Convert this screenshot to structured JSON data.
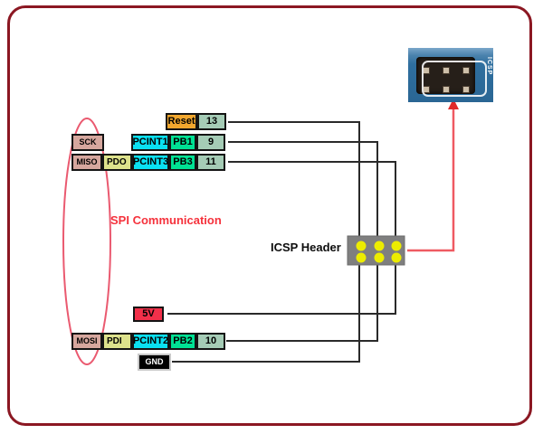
{
  "labels": {
    "spi_communication": "SPI Communication",
    "icsp_header": "ICSP Header",
    "photo_caption": "ICSP"
  },
  "rows": [
    {
      "cells": [
        {
          "text": "Reset"
        },
        {
          "text": "13"
        }
      ]
    },
    {
      "cells": [
        {
          "text": "SCK"
        },
        {
          "text": "PCINT1"
        },
        {
          "text": "PB1"
        },
        {
          "text": "9"
        }
      ]
    },
    {
      "cells": [
        {
          "text": "MISO"
        },
        {
          "text": "PDO"
        },
        {
          "text": "PCINT3"
        },
        {
          "text": "PB3"
        },
        {
          "text": "11"
        }
      ]
    },
    {
      "cells": [
        {
          "text": "5V"
        }
      ]
    },
    {
      "cells": [
        {
          "text": "MOSI"
        },
        {
          "text": "PDI"
        },
        {
          "text": "PCINT2"
        },
        {
          "text": "PB2"
        },
        {
          "text": "10"
        }
      ]
    },
    {
      "cells": [
        {
          "text": "GND"
        }
      ]
    }
  ],
  "icsp_header": {
    "pin_rows": 2,
    "pin_cols": 3
  },
  "colors": {
    "frame_border": "#8b1722",
    "accent_red": "#ef4a5a",
    "spi_text": "#f5323c",
    "chip_orange": "#f2a72e",
    "chip_number_green": "#a5ccb6",
    "chip_pin_pink": "#d6a79e",
    "chip_cyan": "#0ae1f2",
    "chip_green": "#00e294",
    "chip_khaki": "#dde28c",
    "chip_5v_red": "#f2304a",
    "chip_gnd": "#000000",
    "header_gray": "#7f7f7f",
    "header_pin_yellow": "#ecec00",
    "wire_black": "#2a2a2a"
  }
}
